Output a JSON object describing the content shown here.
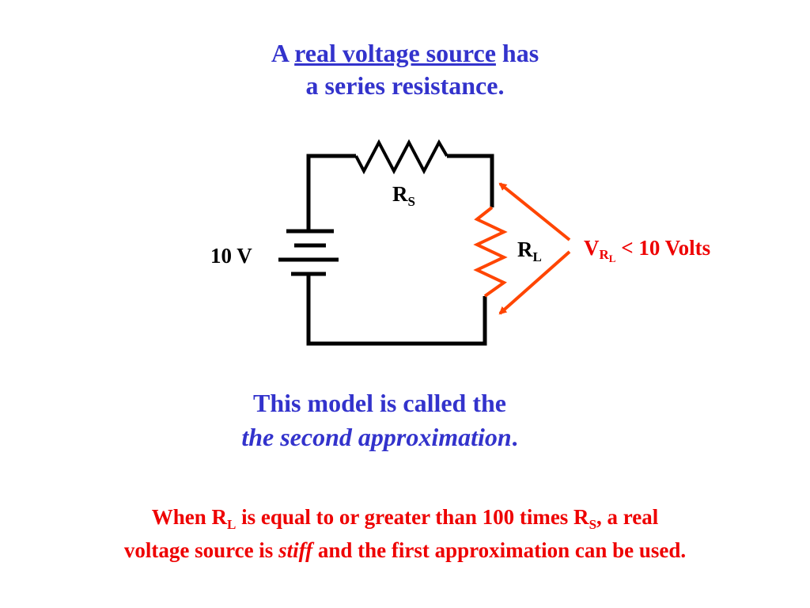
{
  "title": {
    "prefix": "A ",
    "underlined": "real voltage source",
    "suffix": " has",
    "line2": "a series resistance."
  },
  "circuit": {
    "source_label": "10 V",
    "rs_main": "R",
    "rs_sub": "S",
    "rl_main": "R",
    "rl_sub": "L",
    "vrl_v": "V",
    "vrl_r": "R",
    "vrl_l": "L",
    "vrl_rest": " < 10 Volts",
    "wire_color": "#000000",
    "load_color": "#ff4500",
    "label_color": "#ee0000"
  },
  "model": {
    "line1": "This model is called the",
    "line2_italic": "the second approximation",
    "line2_end": "."
  },
  "note": {
    "t1": "When R",
    "s1": "L",
    "t2": " is equal to or greater than 100 times R",
    "s2": "S",
    "t3": ", a real",
    "t4": "voltage source is ",
    "t5": "stiff",
    "t6": " and the first approximation can be used."
  }
}
